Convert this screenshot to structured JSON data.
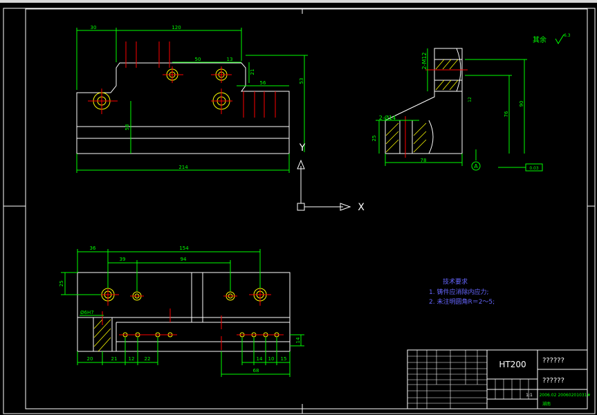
{
  "dims_front": {
    "d30": "30",
    "d120": "120",
    "d50": "50",
    "d13": "13",
    "d21": "21",
    "d53": "53",
    "d56": "56",
    "d58": "58",
    "d214": "214"
  },
  "dims_side": {
    "thread": "2-M12",
    "bore": "2-Ø14",
    "d25": "25",
    "d78": "78",
    "d76": "76",
    "d90": "90",
    "d12": "12",
    "tol": "0.03",
    "datum": "A"
  },
  "dims_top": {
    "d36": "36",
    "d154": "154",
    "d39": "39",
    "d94": "94",
    "d25": "25",
    "fit": "Ø6H7",
    "d20": "20",
    "d21": "21",
    "d12": "12",
    "d22": "22",
    "d14": "14",
    "d10": "10",
    "d15": "15",
    "d14b": "14",
    "d68": "68"
  },
  "surface": {
    "label": "其余",
    "value": "6.3"
  },
  "tech": {
    "title": "技术要求",
    "line1": "1. 铸件应消除内应力;",
    "line2": "2. 未注明圆角R＝2～5;"
  },
  "axes": {
    "y": "Y",
    "x": "X"
  },
  "titleblock": {
    "material": "HT200",
    "name": "??????",
    "code": "??????",
    "scale": "1:1",
    "date": "2006.02",
    "num": "20060201031#",
    "org": "湖南"
  }
}
